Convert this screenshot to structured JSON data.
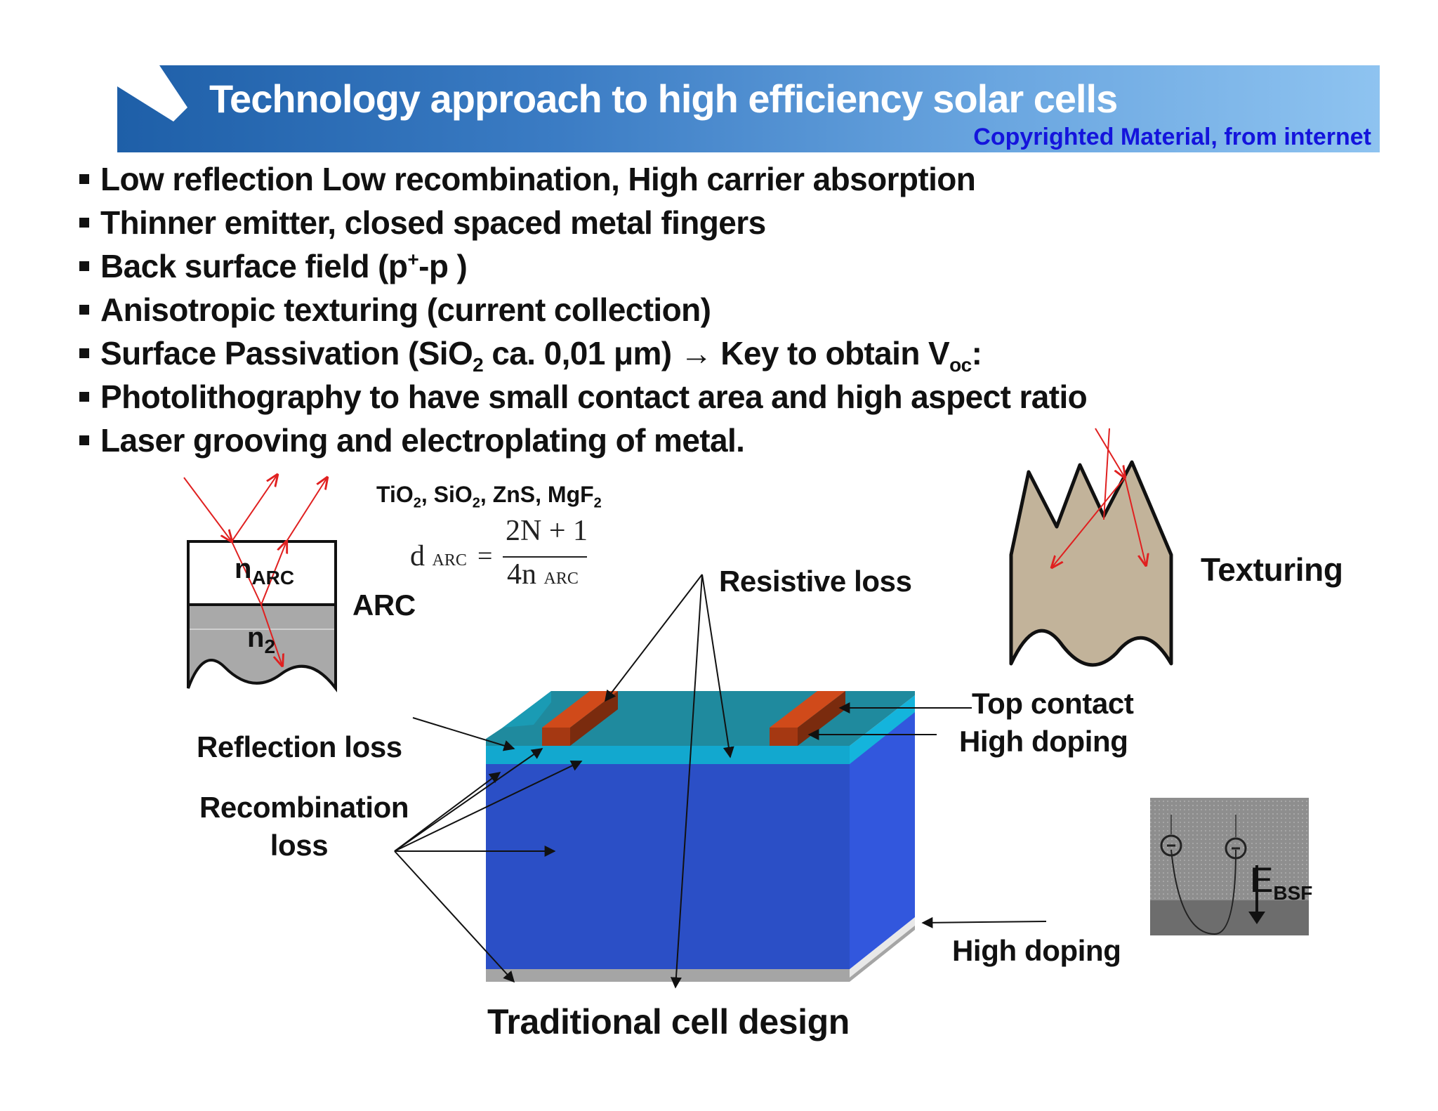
{
  "header": {
    "title": "Technology approach to high efficiency solar cells",
    "copyright": "Copyrighted Material, from internet"
  },
  "bullets": [
    "Low reflection Low recombination, High carrier absorption",
    "Thinner emitter, closed spaced metal fingers",
    {
      "pre": "Back surface field (p",
      "sup": "+",
      "post": "-p )"
    },
    "Anisotropic texturing (current collection)",
    {
      "pre": "Surface Passivation (SiO",
      "sub1": "2",
      "mid": " ca. 0,01 μm) ",
      "arrow": "→",
      "mid2": " Key to obtain V",
      "sub2": "oc",
      "post": ":"
    },
    "Photolithography to have small contact area and high aspect ratio",
    "Laser grooving and electroplating of metal."
  ],
  "arc_section": {
    "materials": {
      "a": "TiO",
      "a_sub": "2",
      "b": ", SiO",
      "b_sub": "2",
      "c": ", ZnS, MgF",
      "c_sub": "2"
    },
    "formula": {
      "lhs": "d",
      "lhs_sub": "ARC",
      "eq": "=",
      "numerator": "2N + 1",
      "denominator": "4n",
      "denominator_sub": "ARC"
    },
    "n_arc": "n",
    "n_arc_sub": "ARC",
    "n2": "n",
    "n2_sub": "2",
    "arc_label": "ARC"
  },
  "labels": {
    "resistive_loss": "Resistive loss",
    "texturing": "Texturing",
    "top_contact": "Top contact",
    "high_doping_top": "High doping",
    "reflection_loss": "Reflection loss",
    "recombination_loss_1": "Recombination",
    "recombination_loss_2": "loss",
    "high_doping_bottom": "High doping",
    "caption": "Traditional cell design"
  },
  "bsf": {
    "e": "E",
    "e_sub": "BSF"
  },
  "colors": {
    "banner_start": "#1e5fa8",
    "banner_end": "#8ec3f0",
    "copyright": "#1414dc",
    "cell_front": "#2b4fc6",
    "cell_side": "#3257dd",
    "cell_top": "#1f8a9e",
    "emitter": "#12a8cf",
    "contact": "#b8421a",
    "ray": "#e02020",
    "texture_fill": "#c2b39a"
  }
}
